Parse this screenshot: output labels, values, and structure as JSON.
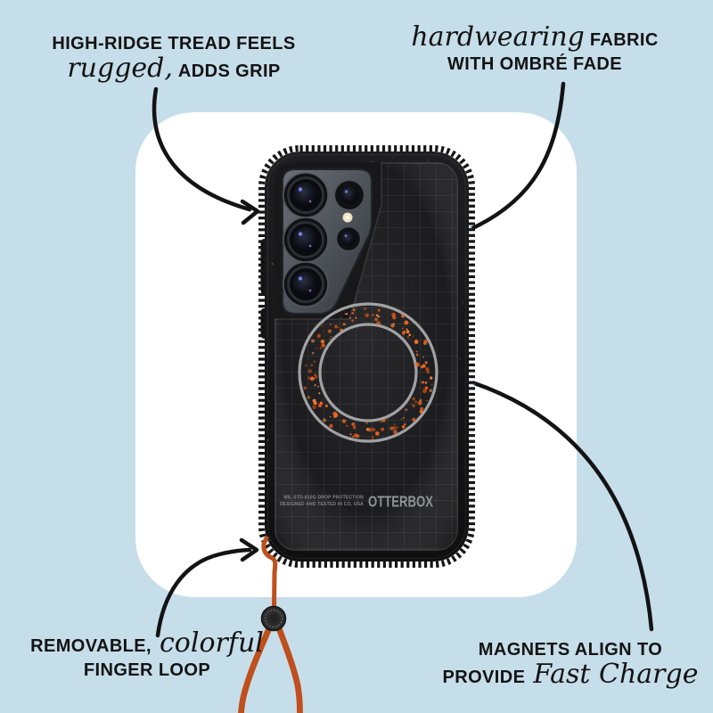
{
  "callouts": {
    "top_left": {
      "line1_sans": "HIGH-RIDGE TREAD FEELS",
      "line2_italic": "rugged,",
      "line2_sans": "ADDS GRIP"
    },
    "top_right": {
      "line1_italic": "hardwearing",
      "line1_sans": "FABRIC",
      "line2_sans": "WITH OMBRÉ FADE"
    },
    "bottom_left": {
      "line1_sans": "REMOVABLE,",
      "line1_italic": "colorful",
      "line2_sans": "FINGER LOOP"
    },
    "bottom_right": {
      "line1_sans": "MAGNETS ALIGN TO",
      "line2_sans": "PROVIDE",
      "line2_italic": "Fast Charge"
    }
  },
  "phone": {
    "brand": "OTTERBOX",
    "fineprint_line1": "MIL-STD-810G DROP PROTECTION",
    "fineprint_line2": "DESIGNED AND TESTED IN CO, USA"
  },
  "arrows": {
    "tread_arrow": "black-curved-arrow-pointing-right-at-case-edge",
    "fabric_arrow": "curved-arrow-blue-tip-pointing-left-at-fabric",
    "magnet_arrow": "curved-arrow-blue-tip-pointing-left-at-ring",
    "loop_arrow": "black-curved-arrow-pointing-right-at-lanyard"
  },
  "colors": {
    "page_background": "#c6deea",
    "card_background": "#ffffff",
    "text_black": "#131313",
    "arrow_black": "#131313",
    "arrow_blue": "#aed7ef",
    "case_black": "#161617",
    "camera_plate_gray": "#5a5f66",
    "ring_gray": "#a0a2a4",
    "speckle_orange": "#ff6d1e",
    "cord_orange": "#bf4f1c",
    "flash_cream": "#efe2c2",
    "logo_gray": "#8f9194"
  }
}
